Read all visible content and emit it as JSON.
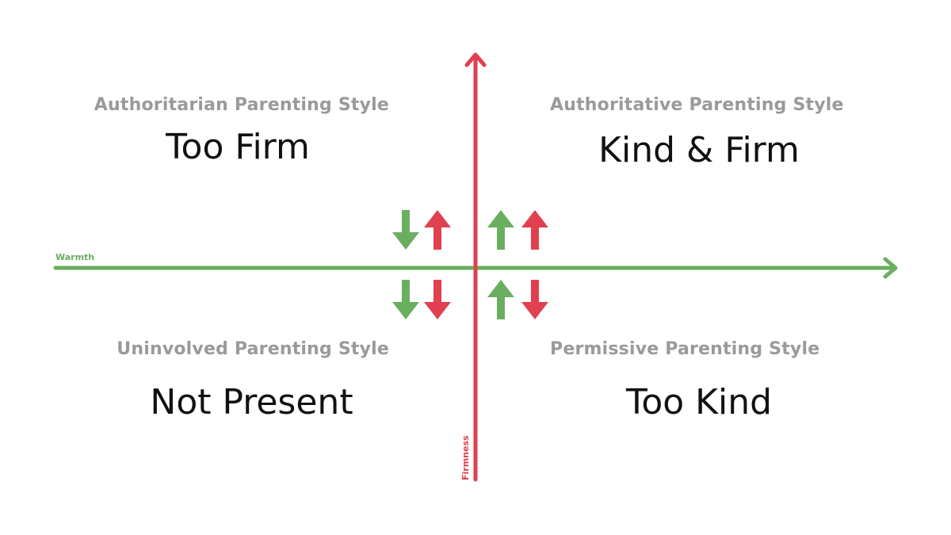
{
  "colors": {
    "warmth": "#6aaf5f",
    "firmness": "#e0404f",
    "style_label": "#9a9a9a",
    "outcome_label": "#111111"
  },
  "axes": {
    "warmth_label": "Warmth",
    "firmness_label": "Firmness"
  },
  "quadrants": {
    "top_left": {
      "style": "Authoritarian Parenting Style",
      "outcome": "Too Firm",
      "warmth_arrow": "down",
      "firmness_arrow": "up"
    },
    "top_right": {
      "style": "Authoritative Parenting Style",
      "outcome": "Kind & Firm",
      "warmth_arrow": "up",
      "firmness_arrow": "up"
    },
    "bottom_left": {
      "style": "Uninvolved Parenting Style",
      "outcome": "Not Present",
      "warmth_arrow": "down",
      "firmness_arrow": "down"
    },
    "bottom_right": {
      "style": "Permissive Parenting Style",
      "outcome": "Too Kind",
      "warmth_arrow": "up",
      "firmness_arrow": "down"
    }
  }
}
